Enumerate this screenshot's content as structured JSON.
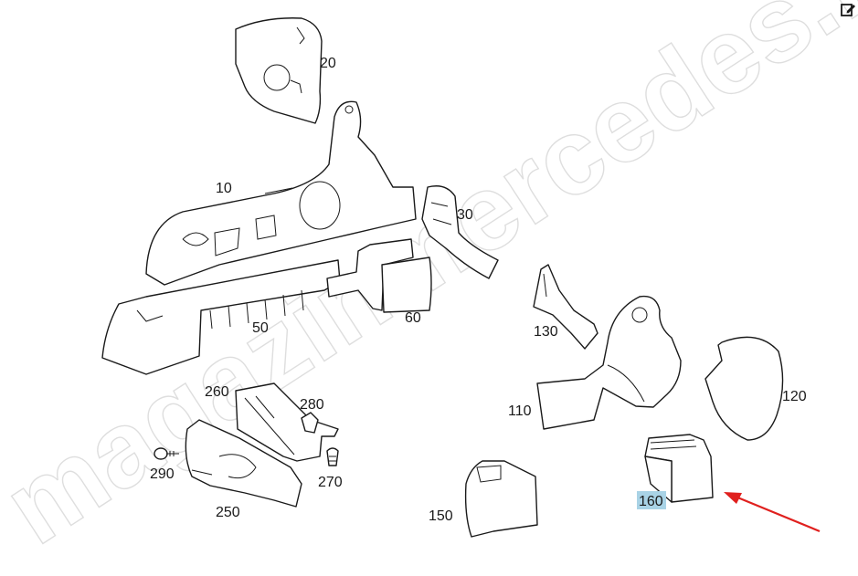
{
  "watermark_text": "magazinmercedes.ru",
  "edit_icon": "edit-icon",
  "parts": {
    "p10": "10",
    "p20": "20",
    "p30": "30",
    "p50": "50",
    "p60": "60",
    "p110": "110",
    "p120": "120",
    "p130": "130",
    "p150": "150",
    "p160": "160",
    "p250": "250",
    "p260": "260",
    "p270": "270",
    "p280": "280",
    "p290": "290"
  },
  "highlighted_part": "160",
  "arrow_color": "#e0201e",
  "highlight_color": "#a9d3e6"
}
